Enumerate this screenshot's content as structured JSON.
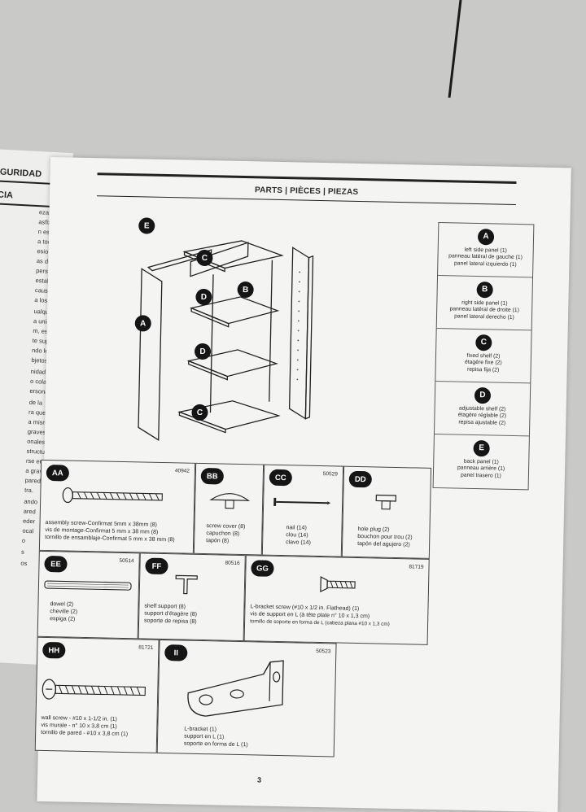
{
  "left_page": {
    "header": "EGURIDAD",
    "subheader": "CIA",
    "fragments": [
      "ezas pequeñas que",
      "asfixia a niños",
      "n estar bajo la",
      "a todo momento, de",
      "esiones graves.",
      "as de movería de",
      "personales puede",
      "estable se",
      "causar lesiones",
      "a los objetos",
      "",
      "ualquier repisa",
      "a unidad se",
      "m, está",
      "te superior o",
      "ndo lesiones",
      "bjetos.",
      "",
      "nidad puede",
      "o colapsar",
      "ersonales y",
      "",
      "de la",
      "ra que",
      "a misma",
      "graves",
      "onales.",
      "structura",
      "rse en la",
      "a graves",
      "pared.",
      "tra.",
      "",
      "ando",
      "ared",
      "eder",
      "ocal",
      "o",
      "",
      "s",
      "",
      "os"
    ]
  },
  "parts_header": "PARTS | PIÈCES | PIEZAS",
  "illustration_badges": {
    "e": "E",
    "a": "A",
    "b": "B",
    "c": "C",
    "d": "D"
  },
  "panels": [
    {
      "badge": "A",
      "lines": [
        "left side panel (1)",
        "panneau latéral de gauche (1)",
        "panel lateral izquierdo (1)"
      ]
    },
    {
      "badge": "B",
      "lines": [
        "right side panel (1)",
        "panneau latéral de droite (1)",
        "panel lateral derecho (1)"
      ]
    },
    {
      "badge": "C",
      "lines": [
        "fixed shelf (2)",
        "étagère fixe (2)",
        "repisa fija (2)"
      ]
    },
    {
      "badge": "D",
      "lines": [
        "adjustable shelf (2)",
        "étagère réglable (2)",
        "repisa ajustable (2)"
      ]
    },
    {
      "badge": "E",
      "lines": [
        "back panel (1)",
        "panneau arrière (1)",
        "panel trasero (1)"
      ]
    }
  ],
  "hardware": {
    "aa": {
      "badge": "AA",
      "code": "40942",
      "lines": [
        "assembly screw-Confirmat 5mm x 38mm (8)",
        "vis de montage-Confirmat 5 mm x 38 mm (8)",
        "tornillo de ensamblaje-Confirmat 5 mm x 38 mm (8)"
      ]
    },
    "bb": {
      "badge": "BB",
      "lines": [
        "screw cover (8)",
        "capuchon (8)",
        "tapón (8)"
      ]
    },
    "cc": {
      "badge": "CC",
      "code": "50529",
      "lines": [
        "nail (14)",
        "clou (14)",
        "clavo (14)"
      ]
    },
    "dd": {
      "badge": "DD",
      "lines": [
        "hole plug (2)",
        "bouchon pour trou (2)",
        "tapón del agujero (2)"
      ]
    },
    "ee": {
      "badge": "EE",
      "code": "50514",
      "lines": [
        "dowel (2)",
        "cheville (2)",
        "espiga (2)"
      ]
    },
    "ff": {
      "badge": "FF",
      "code": "80516",
      "lines": [
        "shelf support (8)",
        "support d'étagère (8)",
        "soporte de repisa (8)"
      ]
    },
    "gg": {
      "badge": "GG",
      "code": "81719",
      "lines": [
        "L-bracket screw (#10 x 1/2 in. Flathead) (1)",
        "vis de support en L (à tête plate n° 10 x 1,3 cm)",
        "tornillo de soporte en forma de L (cabeza plana #10 x 1,3 cm)"
      ]
    },
    "hh": {
      "badge": "HH",
      "code": "81721",
      "lines": [
        "wall screw - #10 x 1-1/2 in. (1)",
        "vis murale - n° 10 x 3,8 cm (1)",
        "tornillo de pared - #10 x 3,8 cm (1)"
      ]
    },
    "ii": {
      "badge": "II",
      "code": "50523",
      "lines": [
        "L-bracket (1)",
        "support en L (1)",
        "soporte en forma de L (1)"
      ]
    }
  },
  "page_number": "3"
}
